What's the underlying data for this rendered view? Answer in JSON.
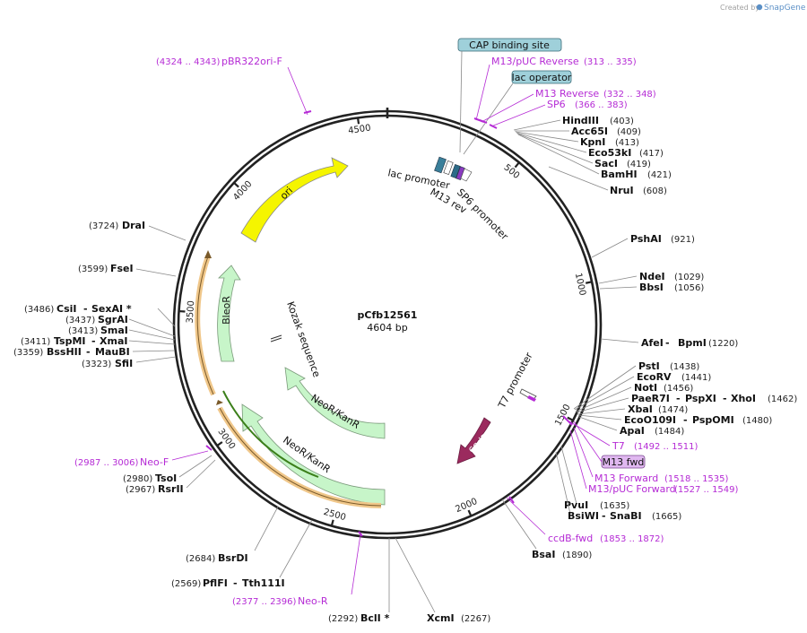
{
  "watermark": {
    "prefix": "Created by",
    "brand": "SnapGene"
  },
  "plasmid": {
    "name": "pCfb12561",
    "size_label": "4604 bp",
    "length": 4604
  },
  "ticks": [
    {
      "label": "500",
      "pos": 500
    },
    {
      "label": "1000",
      "pos": 1000
    },
    {
      "label": "1500",
      "pos": 1500
    },
    {
      "label": "2000",
      "pos": 2000
    },
    {
      "label": "2500",
      "pos": 2500
    },
    {
      "label": "3000",
      "pos": 3000
    },
    {
      "label": "3500",
      "pos": 3500
    },
    {
      "label": "4000",
      "pos": 4000
    },
    {
      "label": "4500",
      "pos": 4500
    }
  ],
  "enzymes": [
    {
      "name": "HindIII",
      "pos": "(403)"
    },
    {
      "name": "Acc65I",
      "pos": "(409)"
    },
    {
      "name": "KpnI",
      "pos": "(413)"
    },
    {
      "name": "Eco53kI",
      "pos": "(417)"
    },
    {
      "name": "SacI",
      "pos": "(419)"
    },
    {
      "name": "BamHI",
      "pos": "(421)"
    },
    {
      "name": "NruI",
      "pos": "(608)"
    },
    {
      "name": "PshAI",
      "pos": "(921)"
    },
    {
      "name": "NdeI",
      "pos": "(1029)"
    },
    {
      "name": "BbsI",
      "pos": "(1056)"
    },
    {
      "name": "AfeI",
      "name2": "BpmI",
      "pos": "(1220)"
    },
    {
      "name": "PstI",
      "pos": "(1438)"
    },
    {
      "name": "EcoRV",
      "pos": "(1441)"
    },
    {
      "name": "NotI",
      "pos": "(1456)"
    },
    {
      "name": "PaeR7I",
      "name2": "PspXI",
      "name3": "XhoI",
      "pos": "(1462)"
    },
    {
      "name": "XbaI",
      "pos": "(1474)"
    },
    {
      "name": "EcoO109I",
      "name2": "PspOMI",
      "pos": "(1480)"
    },
    {
      "name": "ApaI",
      "pos": "(1484)"
    },
    {
      "name": "PvuI",
      "pos": "(1635)"
    },
    {
      "name": "BsiWI",
      "name2": "SnaBI",
      "pos": "(1665)"
    },
    {
      "name": "BsaI",
      "pos": "(1890)"
    },
    {
      "name": "XcmI",
      "pos": "(2267)"
    },
    {
      "name": "BclI *",
      "pos": "(2292)"
    },
    {
      "name": "PflFI",
      "name2": "Tth111I",
      "pos": "(2569)"
    },
    {
      "name": "BsrDI",
      "pos": "(2684)"
    },
    {
      "name": "RsrII",
      "pos": "(2967)"
    },
    {
      "name": "TsoI",
      "pos": "(2980)"
    },
    {
      "name": "SfiI",
      "pos": "(3323)"
    },
    {
      "name": "BssHII",
      "name2": "MauBI",
      "pos": "(3359)"
    },
    {
      "name": "TspMI",
      "name2": "XmaI",
      "pos": "(3411)"
    },
    {
      "name": "SmaI",
      "pos": "(3413)"
    },
    {
      "name": "SgrAI",
      "pos": "(3437)"
    },
    {
      "name": "CsiI",
      "name2": "SexAI *",
      "pos": "(3486)"
    },
    {
      "name": "FseI",
      "pos": "(3599)"
    },
    {
      "name": "DraI",
      "pos": "(3724)"
    }
  ],
  "primers": [
    {
      "name": "M13/pUC Reverse",
      "range": "(313 .. 335)"
    },
    {
      "name": "M13 Reverse",
      "range": "(332 .. 348)"
    },
    {
      "name": "SP6",
      "range": "(366 .. 383)"
    },
    {
      "name": "T7",
      "range": "(1492 .. 1511)"
    },
    {
      "name": "M13 Forward",
      "range": "(1518 .. 1535)"
    },
    {
      "name": "M13/pUC Forward",
      "range": "(1527 .. 1549)"
    },
    {
      "name": "ccdB-fwd",
      "range": "(1853 .. 1872)"
    },
    {
      "name": "Neo-R",
      "range": "(2377 .. 2396)"
    },
    {
      "name": "Neo-F",
      "range": "(2987 .. 3006)"
    },
    {
      "name": "pBR322ori-F",
      "range": "(4324 .. 4343)"
    }
  ],
  "boxed_labels": {
    "cap_binding_site": "CAP binding site",
    "lac_operator": "lac operator",
    "m13_fwd": "M13 fwd"
  },
  "features": {
    "lac_promoter": "lac promoter",
    "m13_rev": "M13 rev",
    "sp6_promoter": "SP6 promoter",
    "t7_promoter": "T7 promoter",
    "ccdb": "ccdB",
    "ori": "ori",
    "bleor": "BleoR",
    "kozak": "Kozak sequence",
    "neor_inner": "NeoR/KanR",
    "neor_outer": "NeoR/KanR"
  },
  "colors": {
    "backbone": "#222222",
    "primer": "#b52bd5",
    "ori": "#f5f500",
    "marker_fill": "#c7f5c9",
    "marker_stroke": "#7a9a7a",
    "ccdb": "#9b2a5e",
    "orange_orf": "#f0c78a",
    "boxed_fill": "#9fd0da",
    "m13_box_fill": "#e0b8f0"
  }
}
